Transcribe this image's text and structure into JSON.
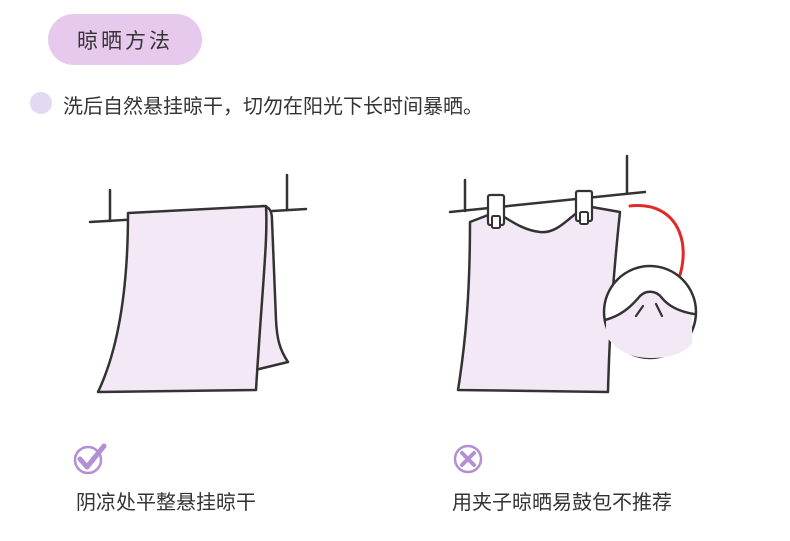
{
  "title": "晾晒方法",
  "note": "洗后自然悬挂晾干，切勿在阳光下长时间暴晒。",
  "methods": [
    {
      "caption": "阴凉处平整悬挂晾干",
      "status": "recommended",
      "icon": "check-icon"
    },
    {
      "caption": "用夹子晾晒易鼓包不推荐",
      "status": "not-recommended",
      "icon": "cross-icon"
    }
  ],
  "colors": {
    "title_pill": "#e8c9ee",
    "note_dot": "#e3d9f2",
    "towel_fill": "#f3e8f5",
    "icon_purple": "#b38fd4",
    "arrow_red": "#e02a2a",
    "line": "#333333"
  }
}
